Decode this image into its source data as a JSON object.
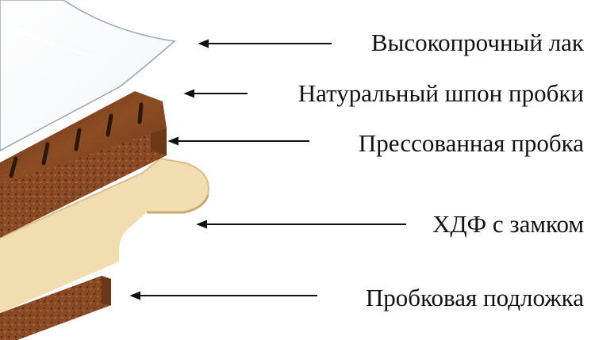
{
  "layers": [
    {
      "id": "lacquer",
      "label": "Высокопрочный лак"
    },
    {
      "id": "veneer",
      "label": "Натуральный шпон пробки"
    },
    {
      "id": "pressed-cork",
      "label": "Прессованная пробка"
    },
    {
      "id": "hdf",
      "label": "ХДФ с замком"
    },
    {
      "id": "underlay",
      "label": "Пробковая подложка"
    }
  ],
  "colors": {
    "veneer": "#7a3f1d",
    "pressed_cork": "#8a4a25",
    "hdf": "#f1ddb0",
    "underlay": "#8c4b24",
    "text": "#111111"
  }
}
